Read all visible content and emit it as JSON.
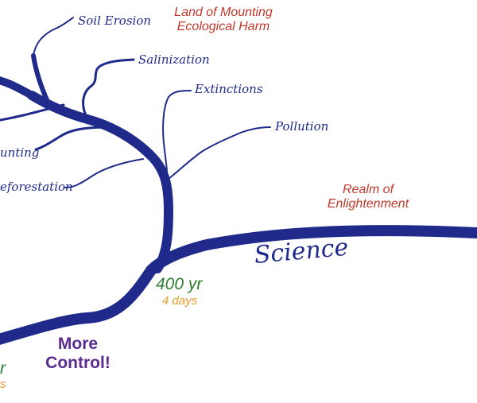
{
  "branches": {
    "soil_erosion": "Soil Erosion",
    "salinization": "Salinization",
    "extinctions": "Extinctions",
    "pollution": "Pollution",
    "hunting": "unting",
    "deforestation": "eforestation"
  },
  "regions": {
    "harm_line1": "Land of Mounting",
    "harm_line2": "Ecological Harm",
    "enlightenment_line1": "Realm of",
    "enlightenment_line2": "Enlightenment"
  },
  "science": "Science",
  "timeline": {
    "years": "400 yr",
    "days": "4 days",
    "left_green_fragment": "r",
    "left_orange_fragment": "s"
  },
  "control": {
    "line1": "More",
    "line2": "Control!"
  },
  "colors": {
    "trunk": "#1f2a8a",
    "harm_text": "#c0392b",
    "years_text": "#2e7d32",
    "days_text": "#e89a2b",
    "control_text": "#5b2c8f"
  }
}
